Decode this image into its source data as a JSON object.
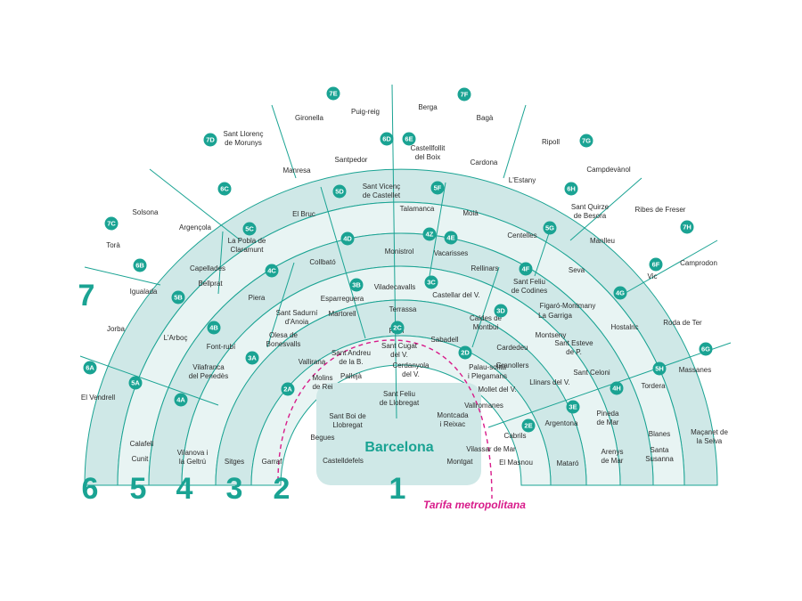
{
  "title": "Barcelona",
  "metro_label": "Tarifa metropolitana",
  "colors": {
    "accent": "#1aa393",
    "ring_dark": "#cfe8e7",
    "ring_light": "#e8f4f3",
    "line": "#1aa393",
    "metro": "#d81b8a"
  },
  "zone_numbers": [
    "1",
    "2",
    "3",
    "4",
    "5",
    "6",
    "7"
  ],
  "sectors": [
    "2A",
    "2C",
    "2D",
    "2E",
    "3A",
    "3B",
    "3C",
    "3D",
    "3E",
    "4A",
    "4B",
    "4C",
    "4D",
    "4Z",
    "4E",
    "4F",
    "4G",
    "4H",
    "5A",
    "5B",
    "5C",
    "5D",
    "5F",
    "5G",
    "5H",
    "6A",
    "6B",
    "6C",
    "6D",
    "6E",
    "6F",
    "6H",
    "6G",
    "7C",
    "7D",
    "7E",
    "7F",
    "7G",
    "7H"
  ],
  "towns": [
    "Sant Feliu de Llobregat",
    "Sant Boi de Llobregat",
    "Montcada i Reixac",
    "Castelldefels",
    "Montgat",
    "Begues",
    "Molins de Rei",
    "Pallejà",
    "Sant Andreu de la B.",
    "Vallirana",
    "Sant Cugat del V.",
    "Cerdanyola del V.",
    "Rubí",
    "Sabadell",
    "Mollet del V.",
    "Vallromanes",
    "Cabrils",
    "Vilassar de Mar",
    "El Masnou",
    "Garraf",
    "Olesa de Bonesvalls",
    "Sant Sadurní d'Anoia",
    "Martorell",
    "Esparreguera",
    "Viladecavalls",
    "Terrassa",
    "Castellar del V.",
    "Caldes de Montbui",
    "Palau-solità i Plegamans",
    "Cardedeu",
    "Granollers",
    "Llinars del V.",
    "Argentona",
    "Mataró",
    "Sitges",
    "Vilafranca del Penedès",
    "Font-rubí",
    "Piera",
    "Collbató",
    "Monistrol",
    "Vacarisses",
    "Rellinars",
    "Sant Feliu de Codines",
    "Figaró-Montmany",
    "La Garriga",
    "Montseny",
    "Sant Esteve de P.",
    "Sant Celoni",
    "Pineda de Mar",
    "Arenys de Mar",
    "Vilanova i la Geltrú",
    "L'Arboç",
    "Capellades",
    "Bellprat",
    "La Pobla de Claramunt",
    "El Bruc",
    "Sant Vicenç de Castellet",
    "Talamanca",
    "Moià",
    "Centelles",
    "Seva",
    "Hostalric",
    "Tordera",
    "Blanes",
    "Santa Susanna",
    "Calafell",
    "Cunit",
    "Jorba",
    "Igualada",
    "Argençola",
    "Manresa",
    "Santpedor",
    "Castellfollit del Boix",
    "Cardona",
    "L'Estany",
    "Sant Quirze de Besora",
    "Manlleu",
    "Vic",
    "Roda de Ter",
    "Massanes",
    "Maçanet de la Selva",
    "El Vendrell",
    "Solsona",
    "Torà",
    "Sant Llorenç de Morunys",
    "Gironella",
    "Puig-reig",
    "Berga",
    "Bagà",
    "Ripoll",
    "Campdevànol",
    "Ribes de Freser",
    "Camprodon"
  ]
}
